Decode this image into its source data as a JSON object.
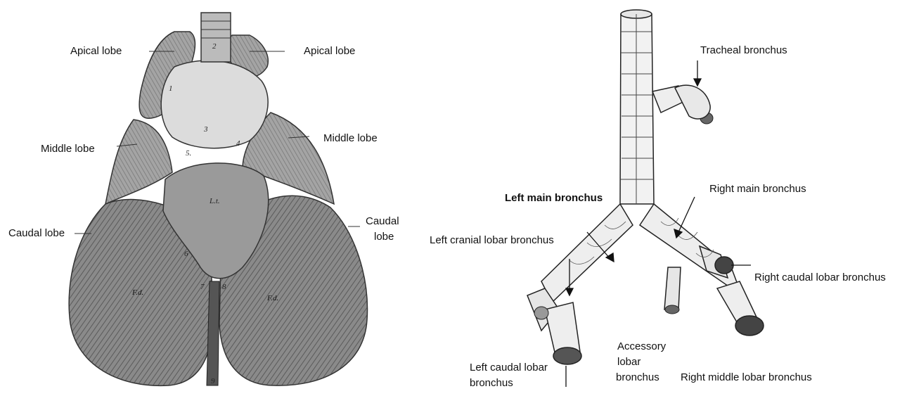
{
  "lung_panel": {
    "labels": {
      "apical_left": "Apical lobe",
      "apical_right": "Apical lobe",
      "middle_left": "Middle lobe",
      "middle_right": "Middle lobe",
      "caudal_left": "Caudal lobe",
      "caudal_right_line1": "Caudal",
      "caudal_right_line2": "lobe"
    },
    "numerals": {
      "n1": "1",
      "n2": "2",
      "n3": "3",
      "n4": "4",
      "n5": "5.",
      "n6": "6",
      "n7": "7",
      "n8": "8",
      "n9": "9",
      "lt": "L.t.",
      "fd_left": "F.d.",
      "fd_right": "F.d."
    }
  },
  "bronchus_panel": {
    "labels": {
      "tracheal": "Tracheal bronchus",
      "left_main": "Left main bronchus",
      "right_main": "Right main bronchus",
      "left_cranial": "Left cranial lobar bronchus",
      "right_caudal": "Right caudal lobar bronchus",
      "accessory_line1": "Accessory",
      "accessory_line2": "lobar",
      "accessory_line3": "bronchus",
      "left_caudal_line1": "Left caudal lobar",
      "left_caudal_line2": "bronchus",
      "right_middle": "Right middle lobar bronchus"
    }
  }
}
